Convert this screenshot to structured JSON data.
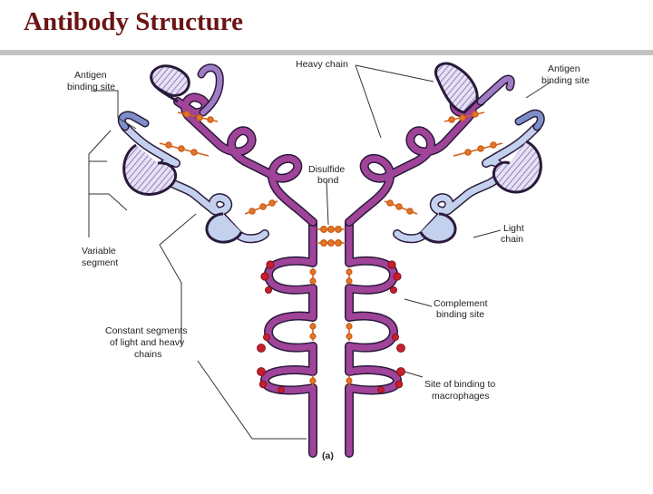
{
  "title": "Antibody Structure",
  "diagram": {
    "labels": {
      "heavy_chain": "Heavy chain",
      "antigen_left_1": "Antigen",
      "antigen_left_2": "binding site",
      "antigen_right_1": "Antigen",
      "antigen_right_2": "binding site",
      "disulfide_1": "Disulfide",
      "disulfide_2": "bond",
      "light_chain_1": "Light",
      "light_chain_2": "chain",
      "variable_1": "Variable",
      "variable_2": "segment",
      "complement_1": "Complement",
      "complement_2": "binding site",
      "constant_1": "Constant segments",
      "constant_2": "of light and heavy",
      "constant_3": "chains",
      "macrophage_1": "Site of binding to",
      "macrophage_2": "macrophages",
      "panel": "(a)"
    },
    "colors": {
      "heavy_chain": "#a0449a",
      "light_chain": "#7d8fc9",
      "light_chain_fill": "#c3d0ee",
      "variable_hatch": "#6d5aa8",
      "disulfide": "#d2601a",
      "complement_site": "#c71e2c",
      "outline": "#2a1a3a"
    }
  }
}
